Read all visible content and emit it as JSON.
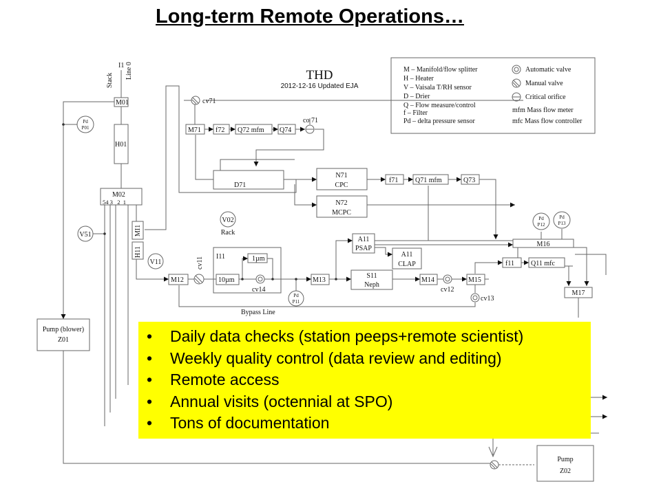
{
  "slide": {
    "title": "Long-term Remote Operations…"
  },
  "diagram": {
    "title": "THD",
    "subtitle": "2012-12-16 Updated EJA",
    "inlets": {
      "stack": "Stack",
      "i1": "I1",
      "line0": "Line 0"
    },
    "components": {
      "m01": "M01",
      "h01": "H01",
      "m02": "M02",
      "m02_ports": "54 3   2  1",
      "pump_blower": "Pump (blower)",
      "z01": "Z01",
      "cv71": "cv71",
      "co71": "co 71",
      "m71": "M71",
      "f72": "f72",
      "q72": "Q72 mfm",
      "q74": "Q74",
      "d71": "D71",
      "n71": "N71",
      "cpc": "CPC",
      "f71": "f71",
      "q71": "Q71 mfm",
      "q73": "Q73",
      "n72": "N72",
      "mcpc": "MCPC",
      "mi1": "MI1",
      "h11": "H11",
      "v02": "V02",
      "rack": "Rack",
      "v51": "V51",
      "v11": "V11",
      "m12": "M12",
      "cv11": "cv11",
      "i11": "I11",
      "um1": "1µm",
      "um10": "10µm",
      "cv14": "cv14",
      "pd": "Pd",
      "p01": "P01",
      "p11": "P11",
      "p12": "P12",
      "p13": "P13",
      "m13": "M13",
      "a11_psap": "A11",
      "psap": "PSAP",
      "a11_clap": "A11",
      "clap": "CLAP",
      "s11": "S11",
      "neph": "Neph",
      "m14": "M14",
      "cv12": "cv12",
      "m15": "M15",
      "cv13": "cv13",
      "f11": "f11",
      "q11": "Q11 mfc",
      "m16": "M16",
      "m17": "M17",
      "pump": "Pump",
      "z02": "Z02",
      "bypass": "Bypass Line"
    },
    "legend": [
      {
        "text": "M – Manifold/flow splitter"
      },
      {
        "text": "H – Heater"
      },
      {
        "text": "V – Vaisala T/RH sensor"
      },
      {
        "text": "D – Drier"
      },
      {
        "text": "Q – Flow measure/control"
      },
      {
        "text": "f  –  Filter"
      },
      {
        "text": "Pd  – delta pressure sensor"
      },
      {
        "text": "Automatic valve",
        "icon": "automatic-valve-icon"
      },
      {
        "text": "Manual valve",
        "icon": "manual-valve-icon"
      },
      {
        "text": "Critical orifice",
        "icon": "critical-orifice-icon"
      },
      {
        "text": "mfm Mass flow meter"
      },
      {
        "text": "mfc Mass flow controller"
      }
    ]
  },
  "callout": {
    "bullet_glyph": "•",
    "items": [
      "Daily data checks (station peeps+remote scientist)",
      "Weekly quality control (data review and editing)",
      "Remote access",
      "Annual visits (octennial at SPO)",
      "Tons of documentation"
    ]
  }
}
